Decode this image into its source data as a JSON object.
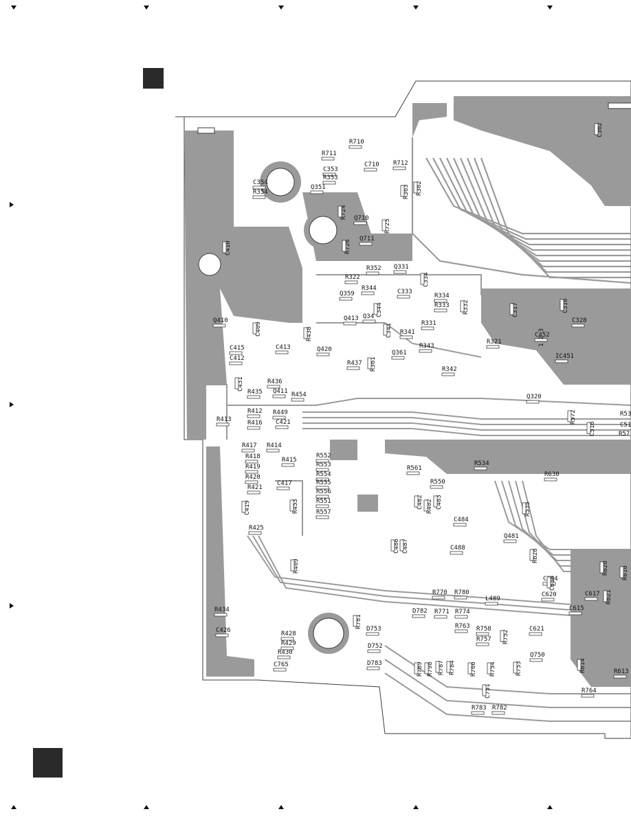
{
  "colors": {
    "copper": "#9a9a9a",
    "copper_light": "#c4c4c4",
    "outline": "#3a3a3a",
    "label": "#111111",
    "block": "#2a2a2a",
    "background": "#ffffff"
  },
  "component_labels": [
    "R710",
    "R711",
    "C710",
    "C353",
    "R353",
    "R712",
    "C354",
    "R354",
    "Q351",
    "R363",
    "R362",
    "C362",
    "R724",
    "Q710",
    "R725",
    "R726",
    "Q711",
    "C410",
    "R352",
    "Q331",
    "R322",
    "C334",
    "R344",
    "C333",
    "R334",
    "Q359",
    "R333",
    "R332",
    "C344",
    "Q34",
    "Q413",
    "R331",
    "C317",
    "C316",
    "C328",
    "Q410",
    "C409",
    "C341",
    "R341",
    "R438",
    "C452",
    "R321",
    "C415",
    "C413",
    "Q420",
    "R343",
    "IC451",
    "C412",
    "R437",
    "R361",
    "Q361",
    "R342",
    "C431",
    "R436",
    "R435",
    "Q411",
    "R454",
    "Q320",
    "R412",
    "R449",
    "R572",
    "R413",
    "R416",
    "C421",
    "C516",
    "R417",
    "R414",
    "R552",
    "R561",
    "R534",
    "R418",
    "R415",
    "R553",
    "R630",
    "R419",
    "R554",
    "R550",
    "R420",
    "C417",
    "R555",
    "C482",
    "C483",
    "R421",
    "R556",
    "R402",
    "R535",
    "C419",
    "R453",
    "R551",
    "C484",
    "R557",
    "R425",
    "Q481",
    "C486",
    "C487",
    "C488",
    "R628",
    "R409",
    "C634",
    "R620",
    "R610",
    "C618",
    "R770",
    "R780",
    "C620",
    "C617",
    "R621",
    "R434",
    "D782",
    "R771",
    "R774",
    "L489",
    "C615",
    "R781",
    "R763",
    "R758",
    "C621",
    "D753",
    "C426",
    "R428",
    "R757",
    "R752",
    "R429",
    "D752",
    "R430",
    "R789",
    "R798",
    "R787",
    "R784",
    "R766",
    "R754",
    "R753",
    "Q750",
    "D783",
    "C765",
    "R614",
    "R613",
    "C751",
    "R764",
    "R783",
    "R782"
  ],
  "edge_labels": [
    "R53",
    "C51",
    "R57"
  ],
  "ic_pin_label": "1 2 3"
}
